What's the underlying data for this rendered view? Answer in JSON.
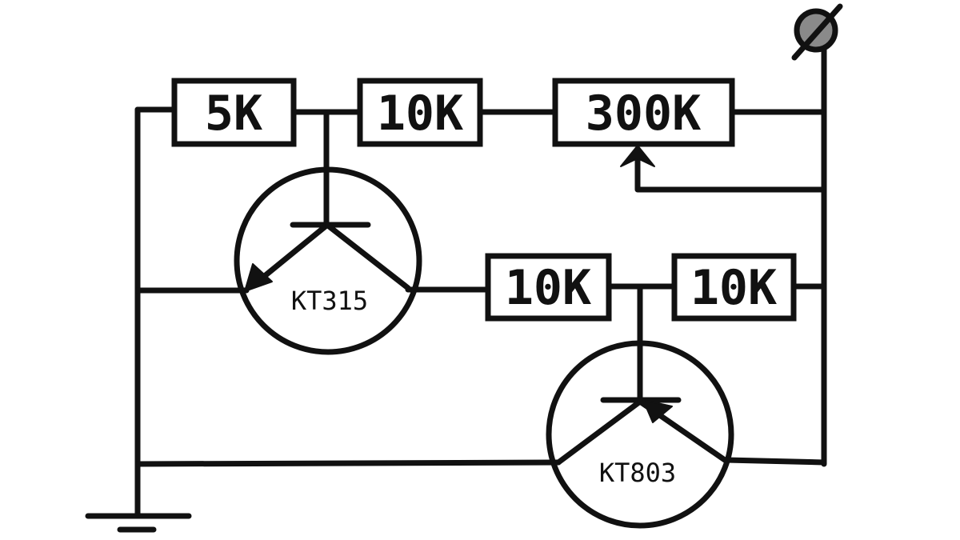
{
  "resistors": {
    "r1": "5K",
    "r2": "10K",
    "r3": "300K",
    "r4": "10K",
    "r5": "10K"
  },
  "transistors": {
    "q1": "KT315",
    "q2": "KT803"
  },
  "colors": {
    "line": "#111111",
    "terminal_fill": "#8a8a8a",
    "background": "#ffffff"
  }
}
